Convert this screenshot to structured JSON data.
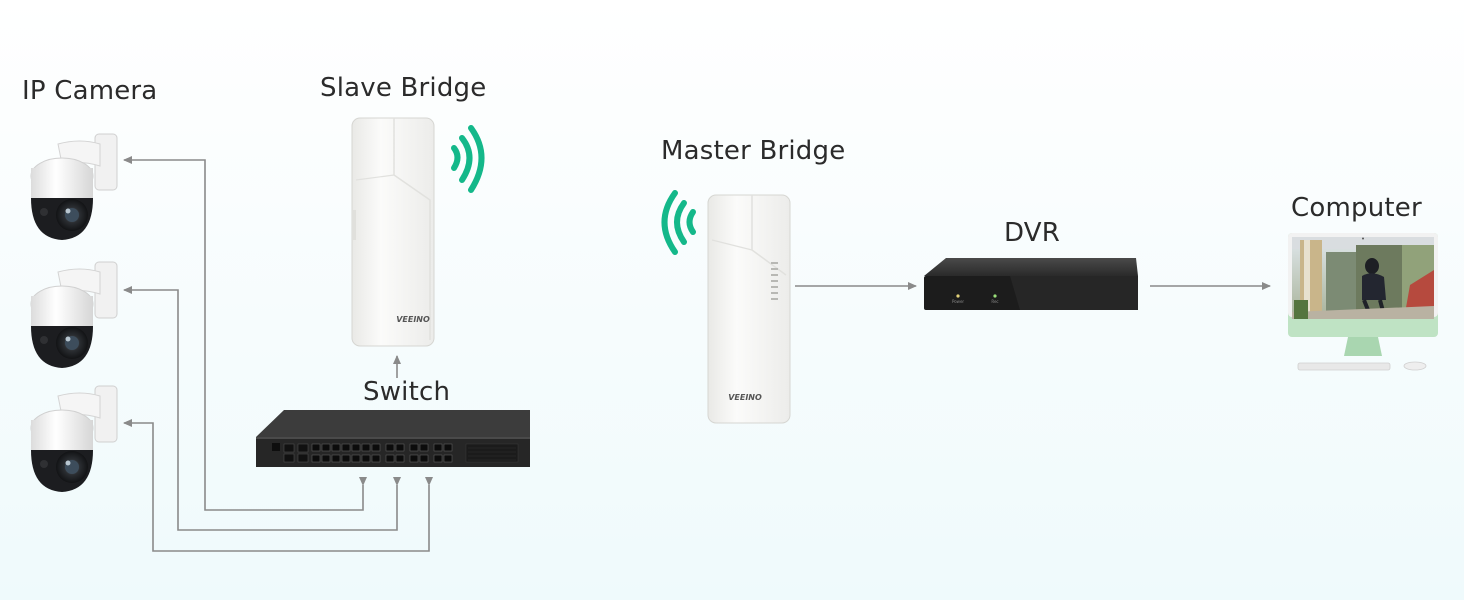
{
  "labels": {
    "ip_camera": "IP Camera",
    "slave_bridge": "Slave Bridge",
    "master_bridge": "Master Bridge",
    "switch": "Switch",
    "dvr": "DVR",
    "computer": "Computer"
  },
  "device_text": {
    "bridge_brand": "VEEINO",
    "dvr_led_1": "Power",
    "dvr_led_2": "Rec"
  },
  "colors": {
    "arrow": "#8a8a8a",
    "wifi": "#14b88a",
    "device_white": "#f7f7f5",
    "device_dark": "#2a2a2a",
    "imac_green": "#bfe3c4"
  },
  "icons": [
    "ptz-camera-icon",
    "outdoor-bridge-icon",
    "wifi-signal-icon",
    "network-switch-icon",
    "dvr-icon",
    "imac-computer-icon",
    "keyboard-icon",
    "mouse-icon"
  ]
}
